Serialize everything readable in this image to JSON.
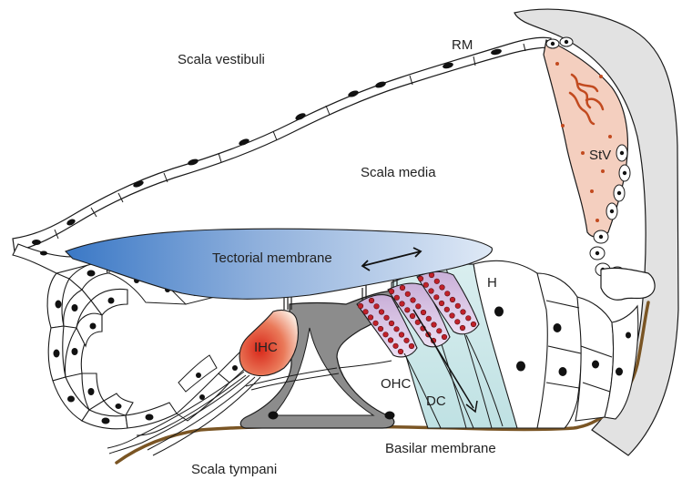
{
  "labels": {
    "rm": "RM",
    "scala_vestibuli": "Scala vestibuli",
    "scala_media": "Scala media",
    "stv": "StV",
    "tectorial_membrane": "Tectorial membrane",
    "h": "H",
    "ihc": "IHC",
    "ohc": "OHC",
    "dc": "DC",
    "basilar_membrane": "Basilar membrane",
    "scala_tympani": "Scala tympani"
  },
  "colors": {
    "outline": "#1a1a1a",
    "lateral_wall": "#e2e2e2",
    "stria_vascularis": "#f4cfbf",
    "stria_capillaries": "#c24a1f",
    "tectorial_dark": "#3a78c6",
    "tectorial_light": "#dfe9f6",
    "pillar_cells": "#8c8c8c",
    "ihc_red": "#d8281a",
    "ihc_light": "#fbe8dc",
    "ohc_purple": "#c9afd8",
    "ohc_purple_light": "#ecdff3",
    "ohc_dots": "#c0212a",
    "deiters_teal": "#bfe1e3",
    "basilar_brown": "#7a5524",
    "nucleus": "#111111"
  },
  "icons": {
    "motion_arrow": "double-headed-arrow-icon",
    "dc_arrow": "down-arrow-icon"
  }
}
